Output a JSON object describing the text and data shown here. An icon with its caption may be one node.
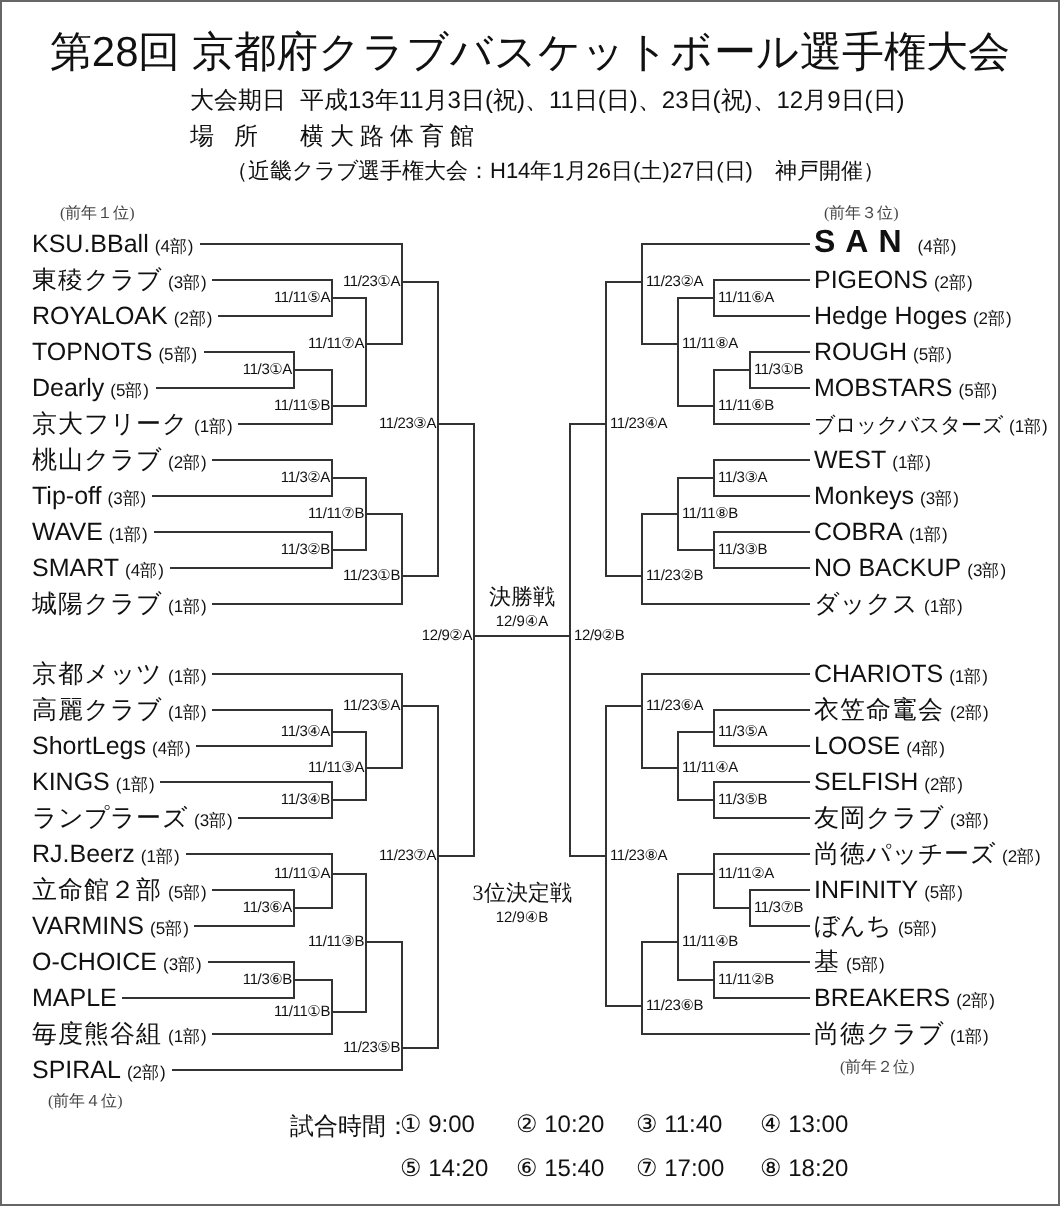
{
  "diagram": {
    "title": "第28回 京都府クラブバスケットボール選手権大会",
    "nodes": [
      {
        "text": [
          "KSU.BBall",
          "(4部)"
        ],
        "beside": [
          "(前年１位)"
        ]
      },
      {
        "text": [
          "東稜クラブ",
          "(3部)"
        ]
      },
      {
        "text": [
          "ROYALOAK",
          "(2部)"
        ]
      },
      {
        "text": [
          "TOPNOTS",
          "(5部)"
        ]
      },
      {
        "text": [
          "Dearly",
          "(5部)"
        ]
      },
      {
        "text": [
          "京大フリーク",
          "(1部)"
        ]
      },
      {
        "text": [
          "桃山クラブ",
          "(2部)"
        ]
      },
      {
        "text": [
          "Tip-off",
          "(3部)"
        ]
      },
      {
        "text": [
          "WAVE",
          "(1部)"
        ]
      },
      {
        "text": [
          "SMART",
          "(4部)"
        ]
      },
      {
        "text": [
          "城陽クラブ",
          "(1部)"
        ]
      },
      {
        "text": [
          "京都メッツ",
          "(1部)"
        ]
      },
      {
        "text": [
          "高麗クラブ",
          "(1部)"
        ]
      },
      {
        "text": [
          "ShortLegs",
          "(4部)"
        ]
      },
      {
        "text": [
          "KINGS",
          "(1部)"
        ]
      },
      {
        "text": [
          "ランプラーズ",
          "(3部)"
        ]
      },
      {
        "text": [
          "RJ.Beerz",
          "(1部)"
        ]
      },
      {
        "text": [
          "立命館２部",
          "(5部)"
        ]
      },
      {
        "text": [
          "VARMINS",
          "(5部)"
        ]
      },
      {
        "text": [
          "O-CHOICE",
          "(3部)"
        ]
      },
      {
        "text": [
          "MAPLE"
        ]
      },
      {
        "text": [
          "毎度熊谷組",
          "(1部)"
        ]
      },
      {
        "text": [
          "SPIRAL",
          "(2部)"
        ],
        "beside": [
          "(前年４位)"
        ]
      },
      {
        "text": [
          "SAN",
          "(4部)"
        ],
        "beside": [
          "(前年３位)"
        ]
      },
      {
        "text": [
          "PIGEONS",
          "(2部)"
        ]
      },
      {
        "text": [
          "Hedge Hoges",
          "(2部)"
        ]
      },
      {
        "text": [
          "ROUGH",
          "(5部)"
        ]
      },
      {
        "text": [
          "MOBSTARS",
          "(5部)"
        ]
      },
      {
        "text": [
          "ブロックバスターズ",
          "(1部)"
        ]
      },
      {
        "text": [
          "WEST",
          "(1部)"
        ]
      },
      {
        "text": [
          "Monkeys",
          "(3部)"
        ]
      },
      {
        "text": [
          "COBRA",
          "(1部)"
        ]
      },
      {
        "text": [
          "NO BACKUP",
          "(3部)"
        ]
      },
      {
        "text": [
          "ダックス",
          "(1部)"
        ]
      },
      {
        "text": [
          "CHARIOTS",
          "(1部)"
        ]
      },
      {
        "text": [
          "衣笠命竃会",
          "(2部)"
        ]
      },
      {
        "text": [
          "LOOSE",
          "(4部)"
        ]
      },
      {
        "text": [
          "SELFISH",
          "(2部)"
        ]
      },
      {
        "text": [
          "友岡クラブ",
          "(3部)"
        ]
      },
      {
        "text": [
          "尚徳パッチーズ",
          "(2部)"
        ]
      },
      {
        "text": [
          "INFINITY",
          "(5部)"
        ]
      },
      {
        "text": [
          "ぼんち",
          "(5部)"
        ]
      },
      {
        "text": [
          "基",
          "(5部)"
        ]
      },
      {
        "text": [
          "BREAKERS",
          "(2部)"
        ]
      },
      {
        "text": [
          "尚徳クラブ",
          "(1部)"
        ],
        "beside": [
          "(前年２位)"
        ]
      },
      {
        "text": [
          "11/11⑤A"
        ]
      },
      {
        "text": [
          "11/3①A"
        ]
      },
      {
        "text": [
          "11/11⑤B"
        ]
      },
      {
        "text": [
          "11/11⑦A"
        ]
      },
      {
        "text": [
          "11/23①A"
        ]
      },
      {
        "text": [
          "11/3②A"
        ]
      },
      {
        "text": [
          "11/3②B"
        ]
      },
      {
        "text": [
          "11/11⑦B"
        ]
      },
      {
        "text": [
          "11/23①B"
        ]
      },
      {
        "text": [
          "11/23③A"
        ]
      },
      {
        "text": [
          "11/3④A"
        ]
      },
      {
        "text": [
          "11/3④B"
        ]
      },
      {
        "text": [
          "11/11③A"
        ]
      },
      {
        "text": [
          "11/23⑤A"
        ]
      },
      {
        "text": [
          "11/3⑥A"
        ]
      },
      {
        "text": [
          "11/11①A"
        ]
      },
      {
        "text": [
          "11/3⑥B"
        ]
      },
      {
        "text": [
          "11/11①B"
        ]
      },
      {
        "text": [
          "11/11③B"
        ]
      },
      {
        "text": [
          "11/23⑤B"
        ]
      },
      {
        "text": [
          "11/23⑦A"
        ]
      },
      {
        "text": [
          "12/9②A"
        ]
      },
      {
        "text": [
          "11/11⑥A"
        ]
      },
      {
        "text": [
          "11/3①B"
        ]
      },
      {
        "text": [
          "11/11⑥B"
        ]
      },
      {
        "text": [
          "11/11⑧A"
        ]
      },
      {
        "text": [
          "11/23②A"
        ]
      },
      {
        "text": [
          "11/3③A"
        ]
      },
      {
        "text": [
          "11/3③B"
        ]
      },
      {
        "text": [
          "11/11⑧B"
        ]
      },
      {
        "text": [
          "11/23②B"
        ]
      },
      {
        "text": [
          "11/23④A"
        ]
      },
      {
        "text": [
          "11/3⑤A"
        ]
      },
      {
        "text": [
          "11/3⑤B"
        ]
      },
      {
        "text": [
          "11/11④A"
        ]
      },
      {
        "text": [
          "11/23⑥A"
        ]
      },
      {
        "text": [
          "11/3⑦B"
        ]
      },
      {
        "text": [
          "11/11②A"
        ]
      },
      {
        "text": [
          "11/11②B"
        ]
      },
      {
        "text": [
          "11/11④B"
        ]
      },
      {
        "text": [
          "11/23⑥B"
        ]
      },
      {
        "text": [
          "11/23⑧A"
        ]
      },
      {
        "text": [
          "12/9②B"
        ]
      },
      {
        "text": [
          "決勝戦",
          "12/9④A"
        ]
      },
      {
        "text": [
          "3位決定戦",
          "12/9④B"
        ]
      }
    ],
    "edges": [
      {
        "from": 1,
        "to": 45,
        "arrow": "none"
      },
      {
        "from": 2,
        "to": 45,
        "arrow": "none"
      },
      {
        "from": 3,
        "to": 46,
        "arrow": "none"
      },
      {
        "from": 4,
        "to": 46,
        "arrow": "none"
      },
      {
        "from": 46,
        "to": 47,
        "arrow": "none"
      },
      {
        "from": 5,
        "to": 47,
        "arrow": "none"
      },
      {
        "from": 45,
        "to": 48,
        "arrow": "none"
      },
      {
        "from": 47,
        "to": 48,
        "arrow": "none"
      },
      {
        "from": 0,
        "to": 49,
        "arrow": "none"
      },
      {
        "from": 48,
        "to": 49,
        "arrow": "none"
      },
      {
        "from": 6,
        "to": 50,
        "arrow": "none"
      },
      {
        "from": 7,
        "to": 50,
        "arrow": "none"
      },
      {
        "from": 8,
        "to": 51,
        "arrow": "none"
      },
      {
        "from": 9,
        "to": 51,
        "arrow": "none"
      },
      {
        "from": 50,
        "to": 52,
        "arrow": "none"
      },
      {
        "from": 51,
        "to": 52,
        "arrow": "none"
      },
      {
        "from": 52,
        "to": 53,
        "arrow": "none"
      },
      {
        "from": 10,
        "to": 53,
        "arrow": "none"
      },
      {
        "from": 49,
        "to": 54,
        "arrow": "none"
      },
      {
        "from": 53,
        "to": 54,
        "arrow": "none"
      },
      {
        "from": 12,
        "to": 55,
        "arrow": "none"
      },
      {
        "from": 13,
        "to": 55,
        "arrow": "none"
      },
      {
        "from": 14,
        "to": 56,
        "arrow": "none"
      },
      {
        "from": 15,
        "to": 56,
        "arrow": "none"
      },
      {
        "from": 55,
        "to": 57,
        "arrow": "none"
      },
      {
        "from": 56,
        "to": 57,
        "arrow": "none"
      },
      {
        "from": 11,
        "to": 58,
        "arrow": "none"
      },
      {
        "from": 57,
        "to": 58,
        "arrow": "none"
      },
      {
        "from": 17,
        "to": 59,
        "arrow": "none"
      },
      {
        "from": 18,
        "to": 59,
        "arrow": "none"
      },
      {
        "from": 16,
        "to": 60,
        "arrow": "none"
      },
      {
        "from": 59,
        "to": 60,
        "arrow": "none"
      },
      {
        "from": 19,
        "to": 61,
        "arrow": "none"
      },
      {
        "from": 20,
        "to": 61,
        "arrow": "none"
      },
      {
        "from": 61,
        "to": 62,
        "arrow": "none"
      },
      {
        "from": 21,
        "to": 62,
        "arrow": "none"
      },
      {
        "from": 60,
        "to": 63,
        "arrow": "none"
      },
      {
        "from": 62,
        "to": 63,
        "arrow": "none"
      },
      {
        "from": 63,
        "to": 64,
        "arrow": "none"
      },
      {
        "from": 22,
        "to": 64,
        "arrow": "none"
      },
      {
        "from": 58,
        "to": 65,
        "arrow": "none"
      },
      {
        "from": 64,
        "to": 65,
        "arrow": "none"
      },
      {
        "from": 54,
        "to": 66,
        "arrow": "none"
      },
      {
        "from": 65,
        "to": 66,
        "arrow": "none"
      },
      {
        "from": 24,
        "to": 67,
        "arrow": "none"
      },
      {
        "from": 25,
        "to": 67,
        "arrow": "none"
      },
      {
        "from": 26,
        "to": 68,
        "arrow": "none"
      },
      {
        "from": 27,
        "to": 68,
        "arrow": "none"
      },
      {
        "from": 68,
        "to": 69,
        "arrow": "none"
      },
      {
        "from": 28,
        "to": 69,
        "arrow": "none"
      },
      {
        "from": 67,
        "to": 70,
        "arrow": "none"
      },
      {
        "from": 69,
        "to": 70,
        "arrow": "none"
      },
      {
        "from": 23,
        "to": 71,
        "arrow": "none"
      },
      {
        "from": 70,
        "to": 71,
        "arrow": "none"
      },
      {
        "from": 29,
        "to": 72,
        "arrow": "none"
      },
      {
        "from": 30,
        "to": 72,
        "arrow": "none"
      },
      {
        "from": 31,
        "to": 73,
        "arrow": "none"
      },
      {
        "from": 32,
        "to": 73,
        "arrow": "none"
      },
      {
        "from": 72,
        "to": 74,
        "arrow": "none"
      },
      {
        "from": 73,
        "to": 74,
        "arrow": "none"
      },
      {
        "from": 74,
        "to": 75,
        "arrow": "none"
      },
      {
        "from": 33,
        "to": 75,
        "arrow": "none"
      },
      {
        "from": 71,
        "to": 76,
        "arrow": "none"
      },
      {
        "from": 75,
        "to": 76,
        "arrow": "none"
      },
      {
        "from": 35,
        "to": 77,
        "arrow": "none"
      },
      {
        "from": 36,
        "to": 77,
        "arrow": "none"
      },
      {
        "from": 37,
        "to": 78,
        "arrow": "none"
      },
      {
        "from": 38,
        "to": 78,
        "arrow": "none"
      },
      {
        "from": 77,
        "to": 79,
        "arrow": "none"
      },
      {
        "from": 78,
        "to": 79,
        "arrow": "none"
      },
      {
        "from": 34,
        "to": 80,
        "arrow": "none"
      },
      {
        "from": 79,
        "to": 80,
        "arrow": "none"
      },
      {
        "from": 40,
        "to": 81,
        "arrow": "none"
      },
      {
        "from": 41,
        "to": 81,
        "arrow": "none"
      },
      {
        "from": 39,
        "to": 82,
        "arrow": "none"
      },
      {
        "from": 81,
        "to": 82,
        "arrow": "none"
      },
      {
        "from": 42,
        "to": 83,
        "arrow": "none"
      },
      {
        "from": 43,
        "to": 83,
        "arrow": "none"
      },
      {
        "from": 82,
        "to": 84,
        "arrow": "none"
      },
      {
        "from": 83,
        "to": 84,
        "arrow": "none"
      },
      {
        "from": 84,
        "to": 85,
        "arrow": "none"
      },
      {
        "from": 44,
        "to": 85,
        "arrow": "none"
      },
      {
        "from": 80,
        "to": 86,
        "arrow": "none"
      },
      {
        "from": 85,
        "to": 86,
        "arrow": "none"
      },
      {
        "from": 76,
        "to": 87,
        "arrow": "none"
      },
      {
        "from": 86,
        "to": 87,
        "arrow": "none"
      },
      {
        "from": 66,
        "to": 88,
        "arrow": "none"
      },
      {
        "from": 87,
        "to": 88,
        "arrow": "none"
      }
    ],
    "labels": [
      "大会期日",
      "平成13年11月3日(祝)、11日(日)、23日(祝)、12月9日(日)",
      "場所",
      "横大路体育館",
      "（近畿クラブ選手権大会：H14年1月26日(土)27日(日)　神戸開催）",
      "試合時間：",
      "① 9:00",
      "② 10:20",
      "③ 11:40",
      "④ 13:00",
      "⑤ 14:20",
      "⑥ 15:40",
      "⑦ 17:00",
      "⑧ 18:20"
    ]
  }
}
